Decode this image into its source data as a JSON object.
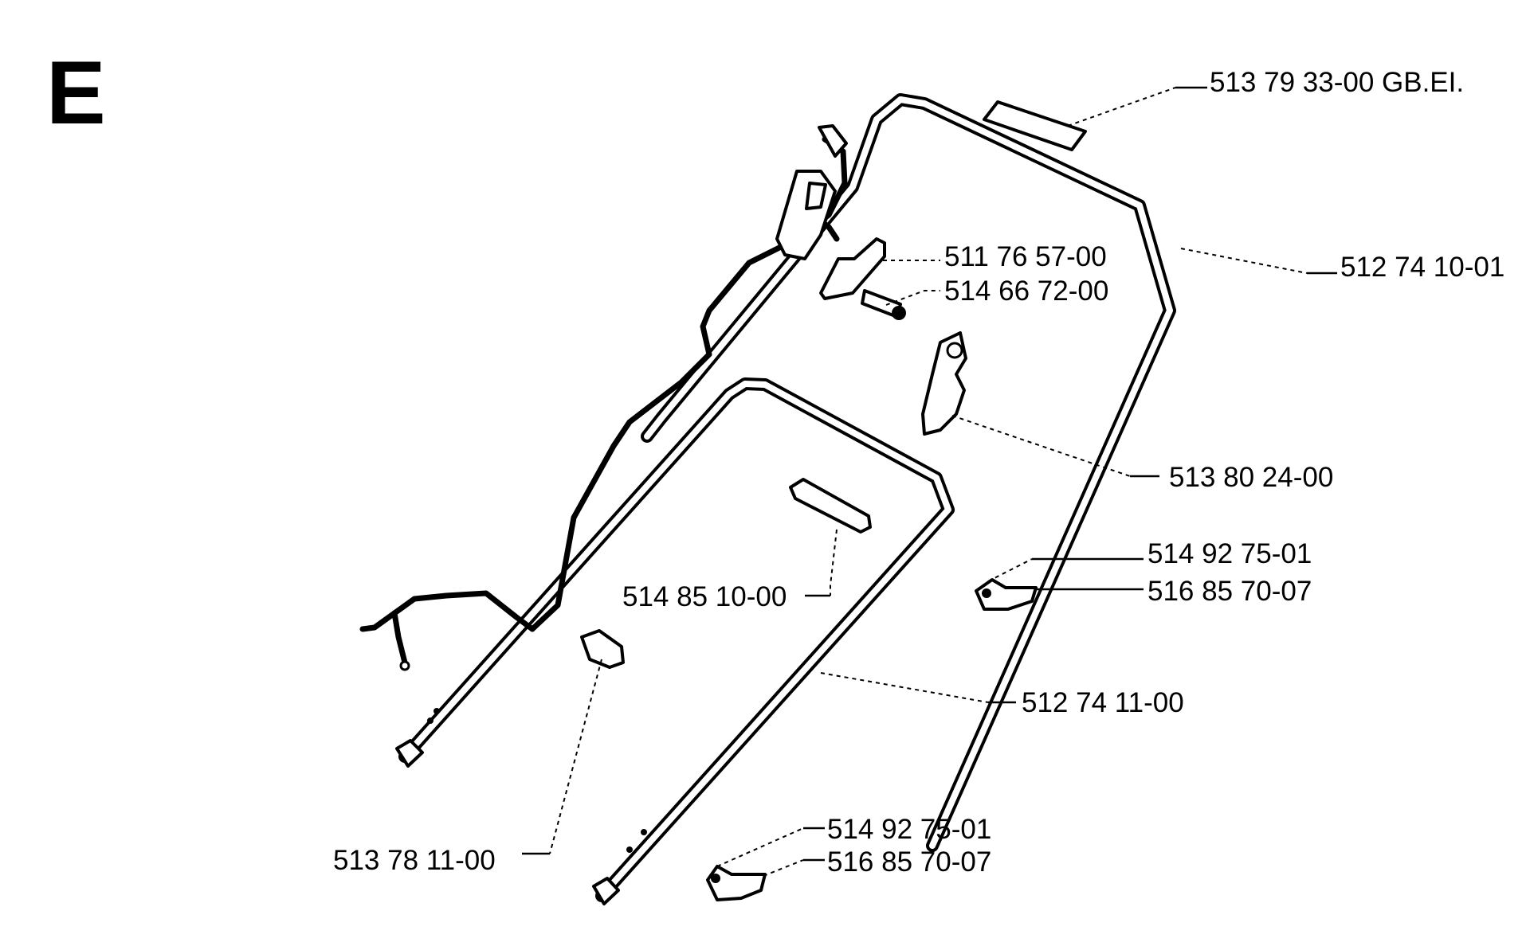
{
  "section": "E",
  "callouts": [
    {
      "id": "decal",
      "label": "513 79 33-00 GB.EI."
    },
    {
      "id": "upper-handle",
      "label": "512 74 10-01"
    },
    {
      "id": "clip",
      "label": "511 76 57-00"
    },
    {
      "id": "screw",
      "label": "514 66 72-00"
    },
    {
      "id": "cable-guide",
      "label": "513 80 24-00"
    },
    {
      "id": "bolt-right",
      "label": "514 92 75-01"
    },
    {
      "id": "knob-right",
      "label": "516 85 70-07"
    },
    {
      "id": "grip-pin",
      "label": "514 85 10-00"
    },
    {
      "id": "lower-handle",
      "label": "512 74 11-00"
    },
    {
      "id": "bolt-bottom",
      "label": "514 92 75-01"
    },
    {
      "id": "knob-bottom",
      "label": "516 85 70-07"
    },
    {
      "id": "cable-clip",
      "label": "513 78 11-00"
    }
  ]
}
